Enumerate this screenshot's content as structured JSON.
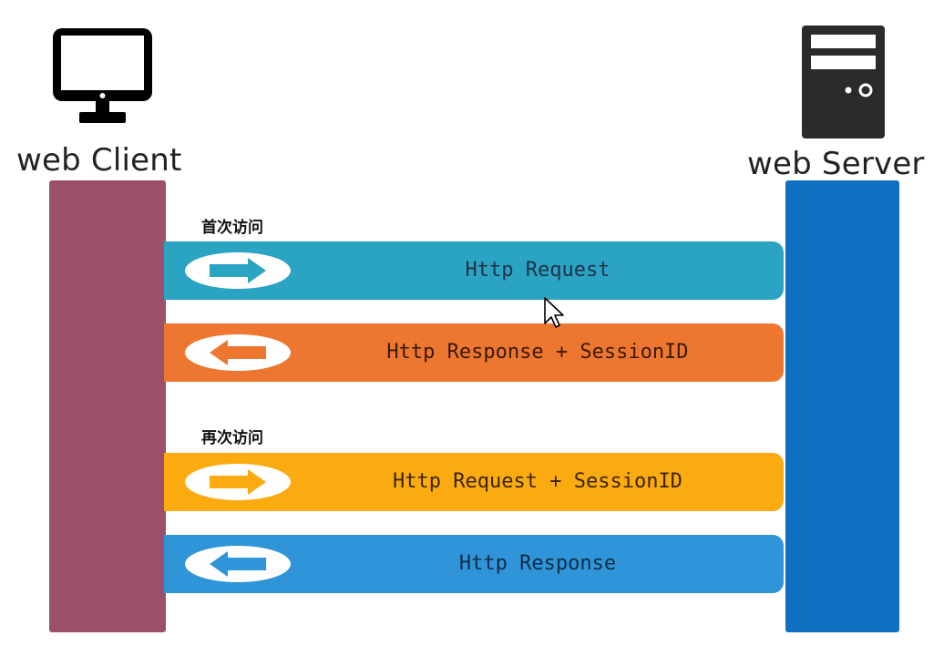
{
  "client": {
    "label": "web Client",
    "icon": "monitor-icon",
    "color": "#9c4f6b"
  },
  "server": {
    "label": "web Server",
    "icon": "server-tower-icon",
    "color": "#0f6fc3"
  },
  "sections": {
    "first_visit": "首次访问",
    "second_visit": "再次访问"
  },
  "messages": [
    {
      "text": "Http Request",
      "direction": "to-server",
      "color": "#2ba3c2",
      "text_color": "#1f3347"
    },
    {
      "text": "Http Response + SessionID",
      "direction": "to-client",
      "color": "#ed7731",
      "text_color": "#3b1a06"
    },
    {
      "text": "Http Request + SessionID",
      "direction": "to-server",
      "color": "#fbaa10",
      "text_color": "#3b2604"
    },
    {
      "text": "Http Response",
      "direction": "to-client",
      "color": "#2f95d8",
      "text_color": "#0f2d4a"
    }
  ],
  "cursor": {
    "icon": "mouse-pointer-icon"
  }
}
